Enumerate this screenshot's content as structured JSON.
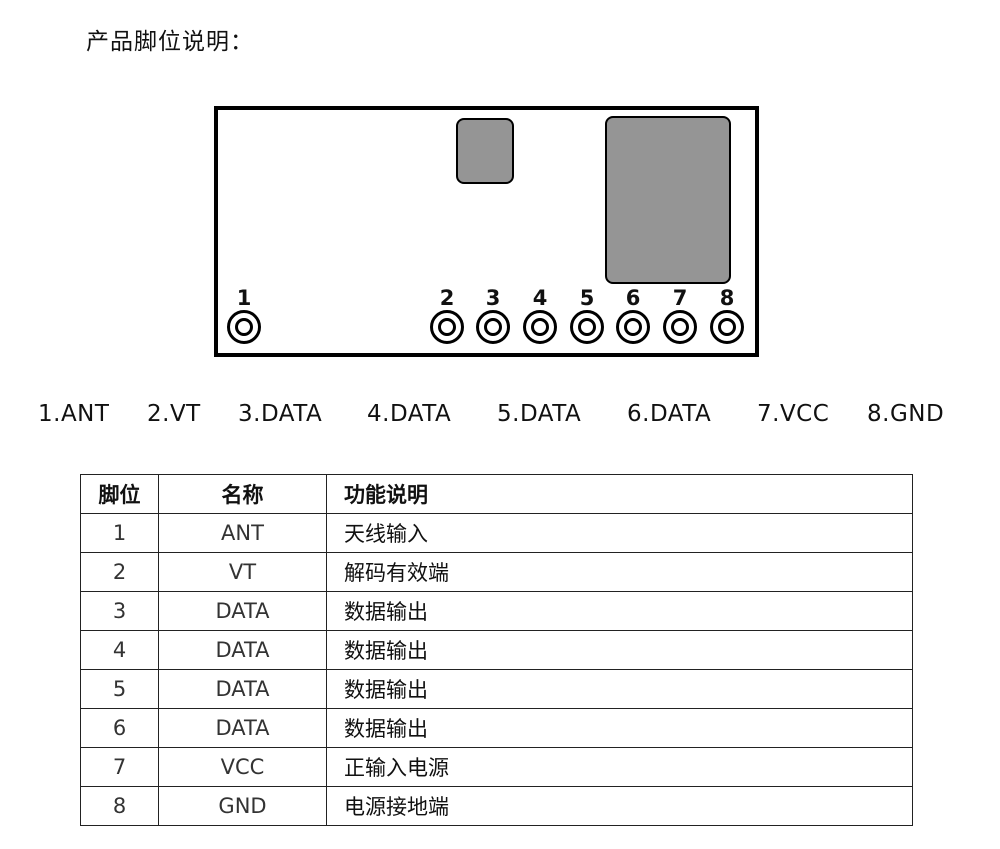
{
  "heading": "产品脚位说明：",
  "pins": [
    "1",
    "2",
    "3",
    "4",
    "5",
    "6",
    "7",
    "8"
  ],
  "legend": [
    "1.ANT",
    "2.VT",
    "3.DATA",
    "4.DATA",
    "5.DATA",
    "6.DATA",
    "7.VCC",
    "8.GND"
  ],
  "table": {
    "headers": [
      "脚位",
      "名称",
      "功能说明"
    ],
    "rows": [
      [
        "1",
        "ANT",
        "天线输入"
      ],
      [
        "2",
        "VT",
        "解码有效端"
      ],
      [
        "3",
        "DATA",
        "数据输出"
      ],
      [
        "4",
        "DATA",
        "数据输出"
      ],
      [
        "5",
        "DATA",
        "数据输出"
      ],
      [
        "6",
        "DATA",
        "数据输出"
      ],
      [
        "7",
        "VCC",
        "正输入电源"
      ],
      [
        "8",
        "GND",
        "电源接地端"
      ]
    ]
  }
}
